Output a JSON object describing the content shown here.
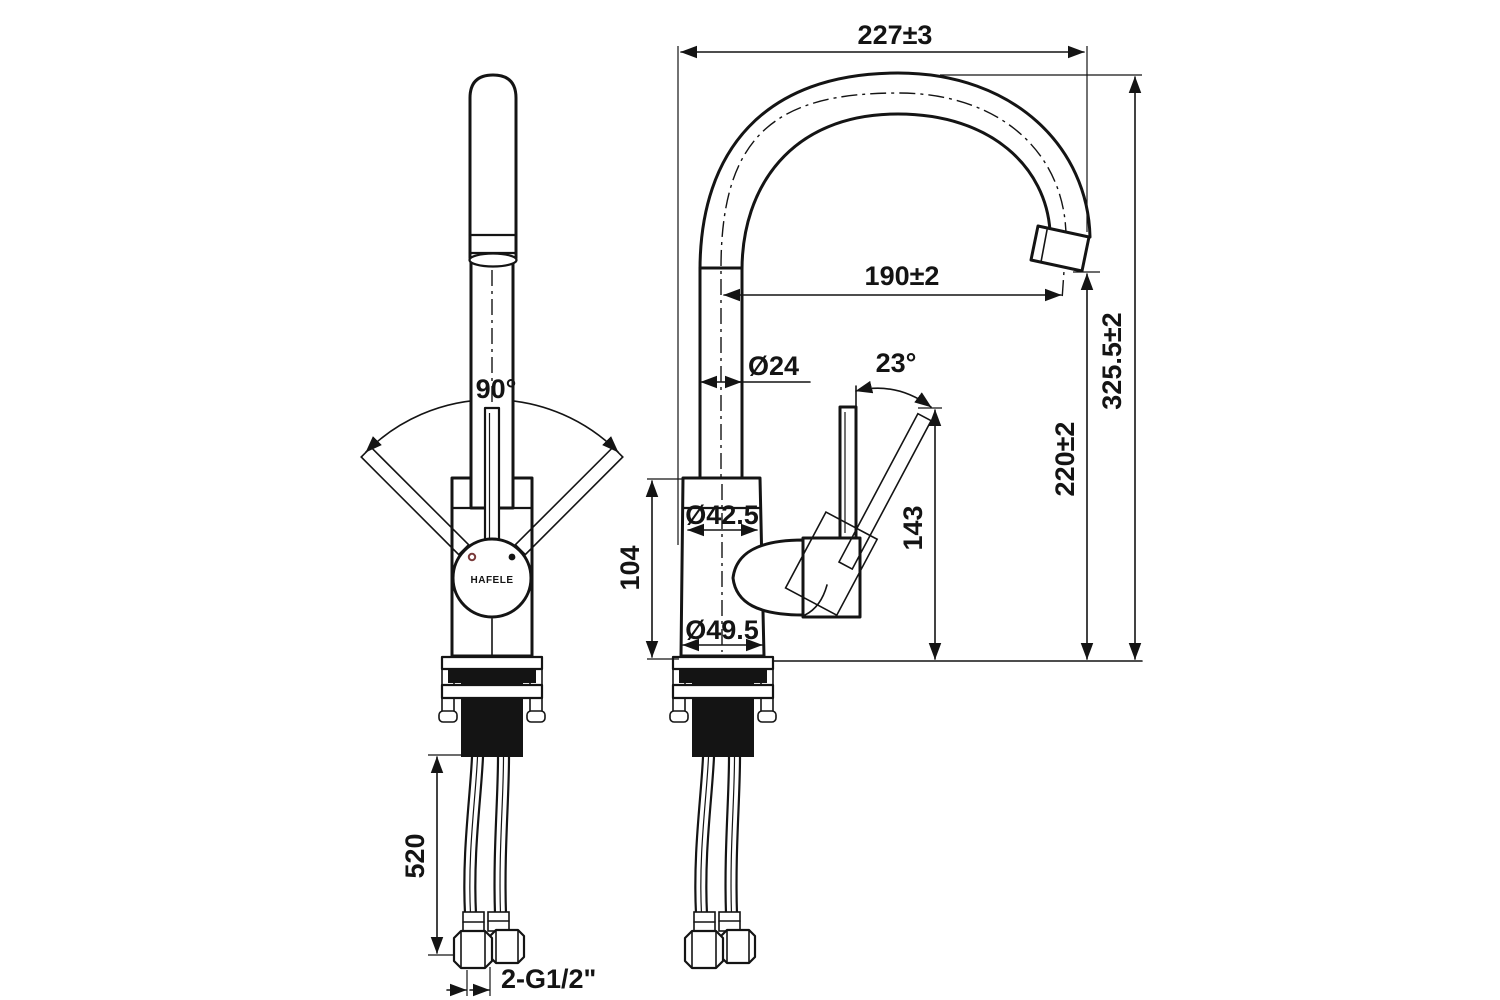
{
  "drawing": {
    "brand": "HAFELE",
    "dimensions": {
      "overall_width": "227±3",
      "spout_reach": "190±2",
      "spout_tube_diameter": "Ø24",
      "handle_angle": "23°",
      "overall_height": "325.5±2",
      "outlet_height": "220±2",
      "handle_height": "143",
      "body_height": "104",
      "body_top_diameter": "Ø42.5",
      "base_diameter": "Ø49.5",
      "swivel_angle": "90°",
      "hose_length": "520",
      "hose_thread": "2-G1/2\""
    },
    "colors": {
      "line": "#141414",
      "background": "#ffffff",
      "hot_indicator": "#7a3b3b"
    }
  }
}
